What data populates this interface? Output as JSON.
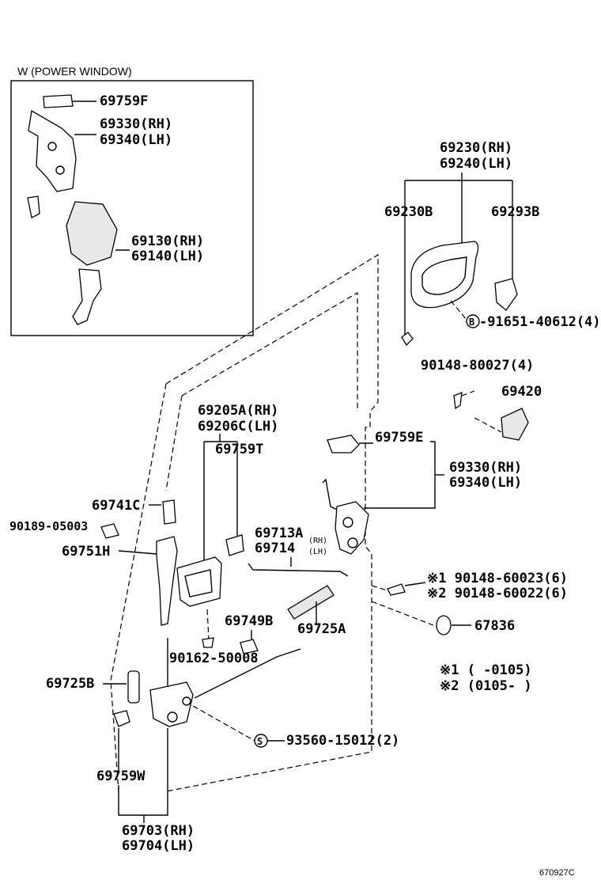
{
  "inset": {
    "title": "W (POWER WINDOW)",
    "labels": {
      "p69759f_inset": "69759F",
      "p69330_inset": "69330(RH)",
      "p69340_inset": "69340(LH)",
      "p69130": "69130(RH)",
      "p69140": "69140(LH)"
    }
  },
  "labels": {
    "p69230": "69230(RH)",
    "p69240": "69240(LH)",
    "p69230b": "69230B",
    "p69293b": "69293B",
    "b_marker": "B",
    "p91651": "-91651-40612(4)",
    "p90148_80027": "90148-80027(4)",
    "p69420": "69420",
    "p69205a": "69205A(RH)",
    "p69206c": "69206C(LH)",
    "p69759t": "69759T",
    "p69759e": "69759E",
    "p69330": "69330(RH)",
    "p69340": "69340(LH)",
    "p69741c": "69741C",
    "p90189": "90189-05003",
    "p69751h": "69751H",
    "p69713a": "69713A",
    "rh_small": "(RH)",
    "p69714": "69714",
    "lh_small": "(LH)",
    "p90148_60023": "※1 90148-60023(6)",
    "p90148_60022": "※2 90148-60022(6)",
    "p69749b": "69749B",
    "p69725a": "69725A",
    "p67836": "67836",
    "p90162": "90162-50008",
    "p69725b": "69725B",
    "note1": "※1 (     -0105)",
    "note2": "※2 (0105-     )",
    "s_marker": "S",
    "p93560": "93560-15012(2)",
    "p69759w": "69759W",
    "p69703": "69703(RH)",
    "p69704": "69704(LH)",
    "diagram_code": "670927C"
  }
}
